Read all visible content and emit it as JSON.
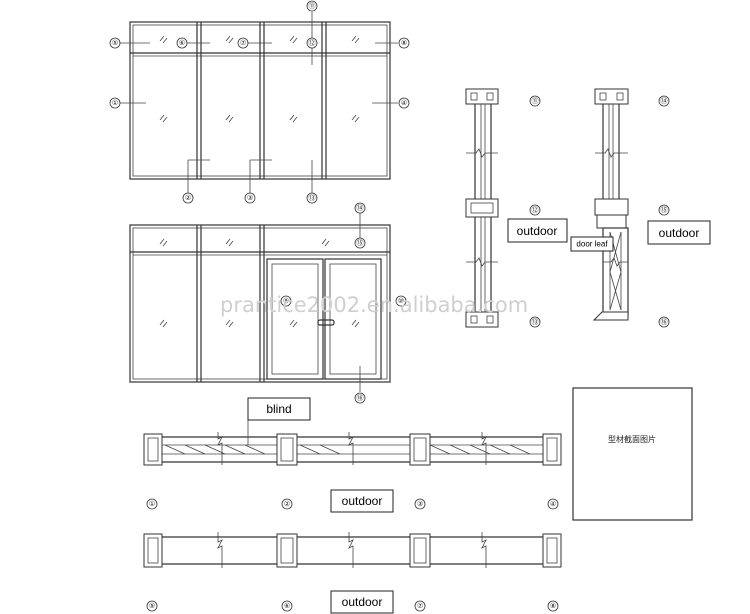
{
  "callouts": {
    "n1": "①",
    "n2": "②",
    "n3": "③",
    "n4": "④",
    "n5": "⑤",
    "n6": "⑥",
    "n7": "⑦",
    "n8": "⑧",
    "n9": "⑨",
    "n10": "⑩",
    "n11": "⑪",
    "n12": "⑫",
    "n13": "⑬",
    "n14": "⑭",
    "n15": "⑮",
    "n16": "⑯"
  },
  "labels": {
    "outdoor": "outdoor",
    "door_leaf": "door leaf",
    "blind": "blind"
  },
  "photo_placeholder": "型材截面图片",
  "watermark": "prantice2002.en.alibaba.com",
  "colors": {
    "line": "#333333",
    "watermark": "#cfcfcf"
  }
}
